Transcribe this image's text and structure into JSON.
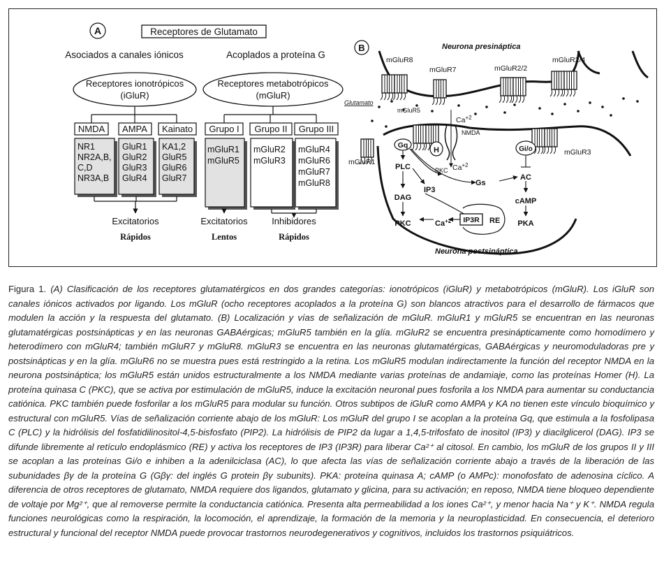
{
  "panel_a": {
    "letter": "A",
    "title": "Receptores de Glutamato",
    "left_heading": "Asociados a canales iónicos",
    "right_heading": "Acoplados a proteína G",
    "iglur_oval_line1": "Receptores ionotrópicos",
    "iglur_oval_line2": "(iGluR)",
    "mglur_oval_line1": "Receptores metabotrópicos",
    "mglur_oval_line2": "(mGluR)",
    "subtypes": [
      "NMDA",
      "AMPA",
      "Kainato",
      "Grupo I",
      "Grupo II",
      "Grupo III"
    ],
    "members": [
      [
        "NR1",
        "NR2A,B,",
        "C,D",
        "NR3A,B"
      ],
      [
        "GluR1",
        "GluR2",
        "GluR3",
        "GluR4"
      ],
      [
        "KA1,2",
        "GluR5",
        "GluR6",
        "GluR7"
      ],
      [
        "mGluR1",
        "mGluR5"
      ],
      [
        "mGluR2",
        "mGluR3"
      ],
      [
        "mGluR4",
        "mGluR6",
        "mGluR7",
        "mGluR8"
      ]
    ],
    "outcomes": [
      {
        "line1": "Excitatorios",
        "line2": "Rápidos"
      },
      {
        "line1": "Excitatorios",
        "line2": "Lentos"
      },
      {
        "line1": "Inhibidores",
        "line2": "Rápidos"
      }
    ]
  },
  "panel_b": {
    "letter": "B",
    "presynaptic": "Neurona presináptica",
    "postsynaptic": "Neurona postsináptica",
    "glutamate": "Glutamato",
    "receptors": [
      "mGluR8",
      "mGluR7",
      "mGluR2/2",
      "mGluR2/4",
      "mGluR5",
      "mGluR1",
      "mGluR3"
    ],
    "ca_top": "Ca",
    "ca_top_sup": "+2",
    "nmda": "NMDA",
    "homer": "H",
    "gq": "Gq",
    "gio": "Gi/o",
    "plc": "PLC",
    "pkc_small": "PKC",
    "ca_mid": "Ca",
    "ca_mid_sup": "+2",
    "ip3": "IP3",
    "gs": "Gs",
    "ac": "AC",
    "camp": "cAMP",
    "dag": "DAG",
    "pkc": "PKC",
    "ca_low": "Ca",
    "ca_low_sup": "+2",
    "ip3r": "IP3R",
    "re": "RE",
    "pka": "PKA"
  },
  "caption": {
    "label": "Figura 1.",
    "body": "(A) Clasificación de los receptores glutamatérgicos en dos grandes categorías: ionotrópicos (iGluR) y metabotrópicos (mGluR). Los iGluR son canales iónicos activados por ligando. Los mGluR (ocho receptores acoplados a la proteína G) son blancos atractivos para el desarrollo de fármacos que modulen la acción y la respuesta del glutamato. (B) Localización y vías de señalización de mGluR. mGluR1 y mGluR5 se encuentran en las neuronas glutamatérgicas postsinápticas y en las neuronas GABAérgicas; mGluR5 también en la glía. mGluR2 se encuentra presinápticamente como homodímero y heterodímero con mGluR4; también mGluR7 y mGluR8. mGluR3 se encuentra en las neuronas glutamatérgicas, GABAérgicas y neuromoduladoras pre y postsinápticas y en la glía. mGluR6 no se muestra pues está restringido a la retina. Los mGluR5 modulan indirectamente la función del receptor NMDA en la neurona postsináptica; los mGluR5 están unidos estructuralmente a los NMDA mediante varias proteínas de andamiaje, como las proteínas Homer (H). La proteína quinasa C (PKC), que se activa por estimulación de mGluR5, induce la excitación neuronal pues fosforila a los NMDA para aumentar su conductancia catiónica. PKC también puede fosforilar a los mGluR5 para modular su función. Otros subtipos de iGluR como AMPA y KA no tienen este vínculo bioquímico y estructural con mGluR5. Vías de señalización corriente abajo de los mGluR: Los mGluR del grupo I se acoplan a la proteína Gq, que estimula a la fosfolipasa C (PLC) y la hidrólisis del fosfatidilinositol-4,5-bisfosfato (PIP2). La hidrólisis de PIP2 da lugar a 1,4,5-trifosfato de inositol (IP3) y diacilglicerol (DAG). IP3 se difunde libremente al retículo endoplásmico (RE) y activa los receptores de IP3 (IP3R) para liberar Ca²⁺ al citosol. En cambio, los mGluR de los grupos II y III se acoplan a las proteínas Gi/o e inhiben a la adenilciclasa (AC), lo que afecta las vías de señalización corriente abajo a través de la liberación de las subunidades βγ de la proteína G (Gβγ: del inglés G protein βγ subunits). PKA: proteína quinasa A; cAMP (o AMPc): monofosfato de adenosina cíclico. A diferencia de otros receptores de glutamato, NMDA requiere dos ligandos, glutamato y glicina, para su activación; en reposo, NMDA tiene bloqueo dependiente de voltaje por Mg²⁺, que al remover­se permite la conductancia catiónica. Presenta alta permeabilidad a los iones Ca²⁺, y menor hacia Na⁺ y K⁺. NMDA regula funciones neurológicas como la respiración, la locomoción, el aprendizaje, la formación de la memoria y la neuroplasticidad. En consecuencia, el deterioro estructural y funcional del receptor NMDA puede provocar trastornos neurodegenerativos y cognitivos, incluidos los trastornos psiquiátricos."
  }
}
